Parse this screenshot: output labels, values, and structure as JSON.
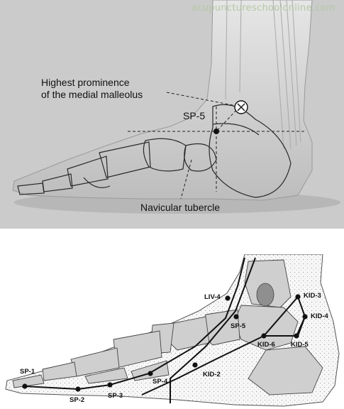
{
  "photo": {
    "watermark": "acupunctureschoolonline.com",
    "labels": {
      "highest_line1": "Highest prominence",
      "highest_line2": "of the medial malleolus",
      "sp5": "SP-5",
      "navicular": "Navicular tubercle"
    }
  },
  "chart": {
    "points": {
      "liv4": "LIV-4",
      "kid3": "KID-3",
      "kid4": "KID-4",
      "sp5": "SP-5",
      "kid6": "KID-6",
      "kid5": "KID-5",
      "kid2": "KID-2",
      "sp1": "SP-1",
      "sp4": "SP-4",
      "sp2": "SP-2",
      "sp3": "SP-3"
    }
  }
}
